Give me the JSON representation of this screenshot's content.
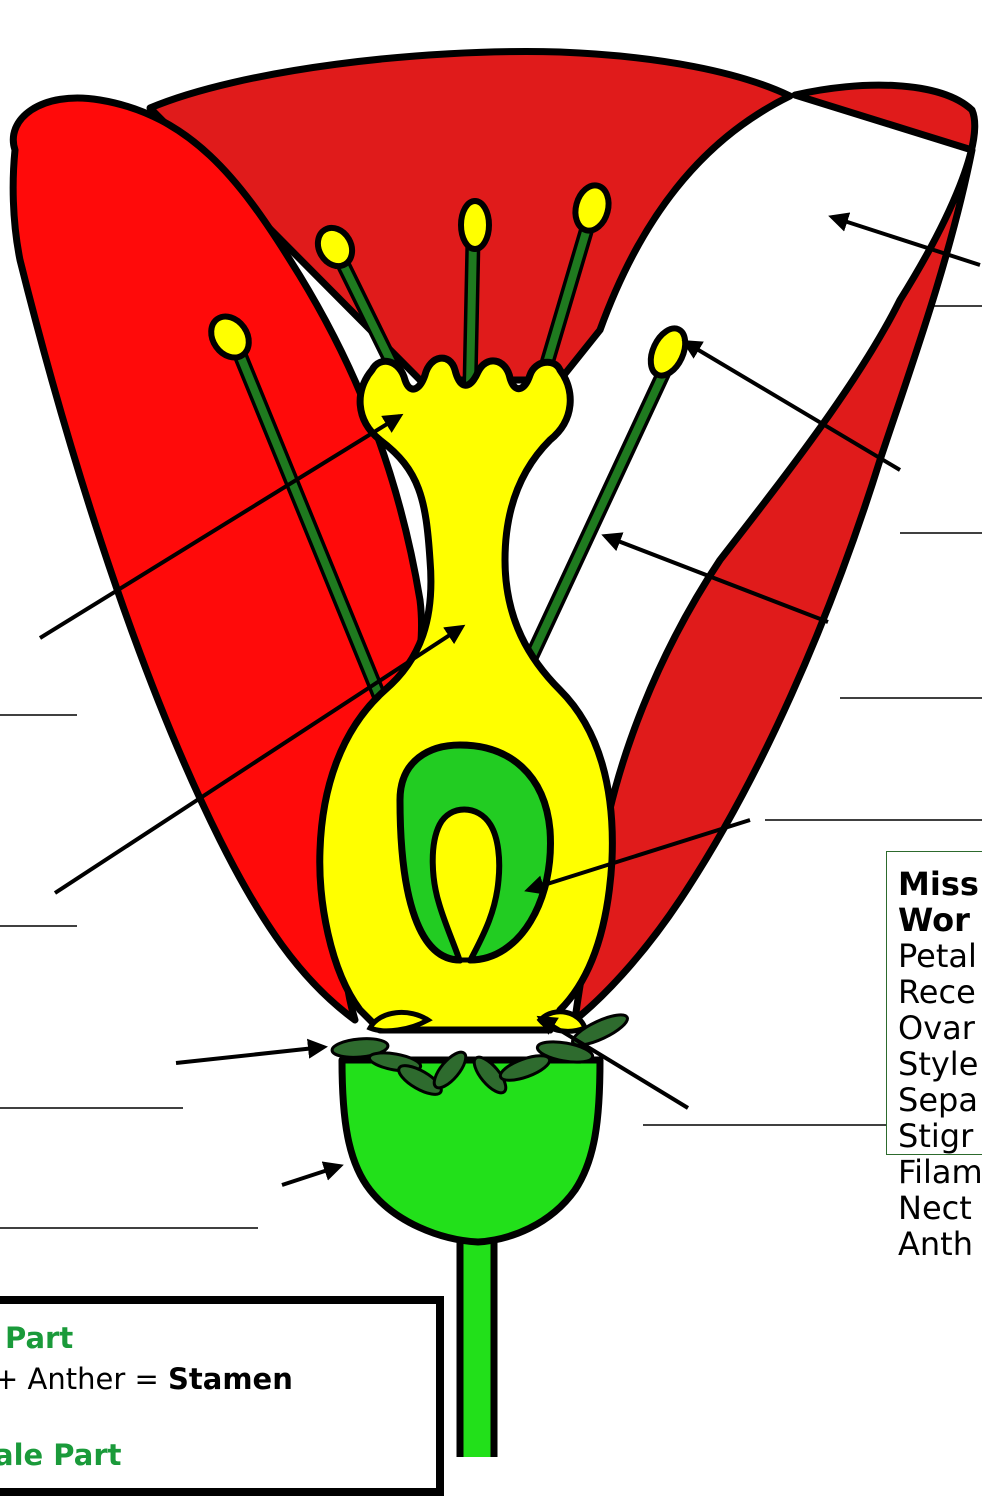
{
  "word_box": {
    "title_line1": "Miss",
    "title_line2": "Wor",
    "words": [
      "Petal",
      "Rece",
      "Ovar",
      "Style",
      "Sepa",
      "Stigr",
      "Filam",
      "Nect",
      "Anth"
    ]
  },
  "key_box": {
    "male_title": "Part",
    "male_formula_text": "+ Anther = ",
    "male_result": "Stamen",
    "female_title": "ale Part"
  },
  "colors": {
    "petal": "#e01b1b",
    "pistil": "#ffff00",
    "filament": "#1f7a1f",
    "receptacle": "#22e01a",
    "sepal": "#2e6b2e",
    "ovule": "#22cc22",
    "outline": "#000000"
  }
}
